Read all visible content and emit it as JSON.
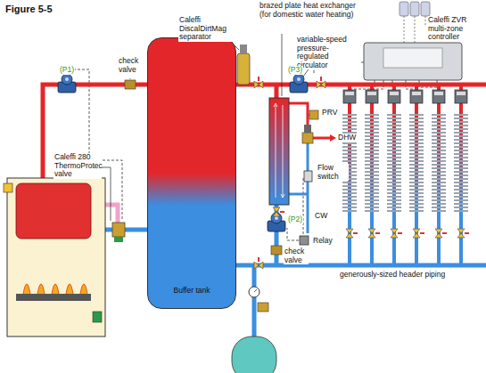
{
  "diagram": {
    "title": "Figure 5-5",
    "nodes": [
      {
        "text": [
          "Caleffi ZVR multi-zone controller"
        ]
      },
      {
        "text": [
          "Buffer tank"
        ]
      }
    ],
    "labels": [
      "(P1)",
      "check valve",
      "Caleffi 280 ThermoProtec valve",
      "Caleffi DiscalDirtMag separator",
      "brazed plate heat exchanger (for domestic water heating)",
      "variable-speed pressure-regulated circulator",
      "(P3)",
      "PRV",
      "DHW",
      "Flow switch",
      "CW",
      "(P2)",
      "Relay",
      "check valve",
      "generously-sized header piping"
    ]
  }
}
